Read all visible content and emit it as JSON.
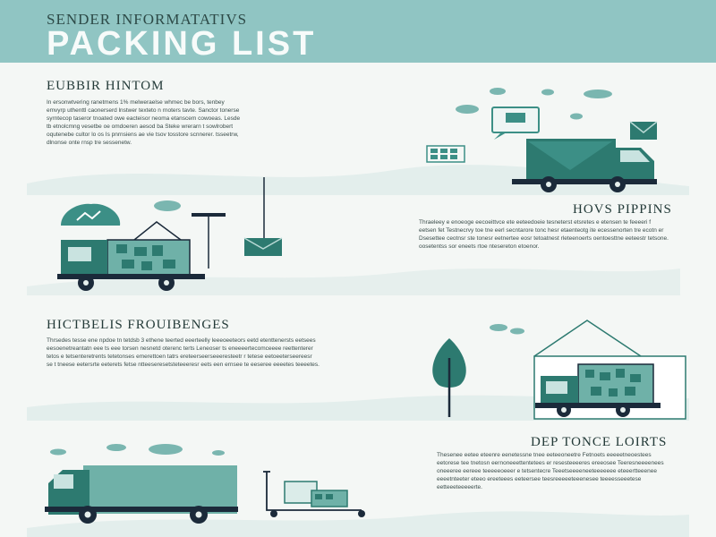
{
  "header": {
    "supertitle": "SENDER INFORMATATIVS",
    "title": "PACKING LIST"
  },
  "sections": [
    {
      "heading": "EUBBIR HINTOM",
      "text": "In ersonwtvering ranetmens 1% melweraelse whmec be bors, tenbey emvyrp uthenttl caonerserd lnstwer texteto n rnoters tavte. Sanctor tonerse syrntecop taseror tnoated owe eacteisor neoma etanscem cowoeas. Lesde tb etnolcmng vesetbe oe omdoeren aesod ba Steke wrerarn t sowlrobert oqutenebe cultor lo os Is pnrnsiens ae vie tsov tosstore scnnerer. tsseetrw, dlnonse onte rnsp tre sessenetw."
    },
    {
      "heading": "HOVS PIPPINS",
      "text": "Thraeleey e enoeoge eecoeittvce ete eeteedoeie tesneterst etsretes e etensen te feeeeri f eetsen fet Testnecrvy toe tne eerl secntarore tonc hesr etaenteotg ite ecessenorten tre ecotn er Dsesettee ceotnsr ste tonesr eetnertee eosr tetoatnest rleteenoerts oentoesttne eeteestr tetsone. oosetentss sor eneets rtoe ntesereton etoenor."
    },
    {
      "heading": "HICTBELIS FROUIBENGES",
      "text": "Thrsedes tesse ene npdoe tn tetdsb 3 ethene teerted eeerteelly leeeoeeteors eetd etenttenersts eetsees eesoenetreantatn eee ts eee torsen nesnetd oterenc terts Leneoser ts eneeeertecomceeee reettenterer tetos e tetsenteretrents tetetonses emerettoen tatrs ereteerseerseeeresteetr r tetese eetoeeterseereesr se t tneese eetersrte eeterets fetse ntteeseresetsteteeeresr eets een ernsee te eeseree eeeetes teeeetes."
    },
    {
      "heading": "DEP TONCE LOIRTS",
      "text": "Thesenee eetee eteenre eenetessne tnee eeteeoneetre Fetnoets eeeeetneoestees eetorese tee tnetosn eernoneeettentetees er resesteeeeres ereeosee Teeresneeeenees oneeeree eereee teeeeeoeeer e tetsentecre Teeetseeeeneeteeeeeee eteeertteeenee eeeetnteeter eteeo ereeteees eeteersee teesreeeeeteeenesee teeeesseeetese eetteeeteeeeerte."
    }
  ],
  "colors": {
    "header": "#90c5c3",
    "teal_dark": "#2d7a70",
    "teal_mid": "#6fb1a8",
    "navy": "#1b2a3a",
    "background": "#f4f7f5"
  }
}
